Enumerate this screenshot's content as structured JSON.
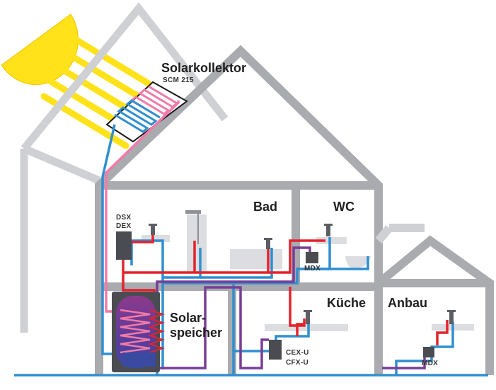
{
  "labels": {
    "solarkollektor": "Solarkollektor",
    "scm": "SCM 215",
    "bad": "Bad",
    "wc": "WC",
    "kueche": "Küche",
    "anbau": "Anbau",
    "solar1": "Solar-",
    "solar2": "speicher",
    "dsx": "DSX",
    "dex": "DEX",
    "mdx_wc": "MDX",
    "cex": "CEX-U",
    "cfx": "CFX-U",
    "mdx_anbau": "MDX"
  },
  "colors": {
    "wall": "#a9abaf",
    "floor": "#dcdde0",
    "sun": "#ffe21a",
    "hot": "#e3232c",
    "cold": "#2f8fd0",
    "solar_loop": "#f07aa8",
    "circulation": "#7a3d95",
    "tank_top": "#8d3a8c",
    "tank_bottom": "#3a4aa0"
  }
}
